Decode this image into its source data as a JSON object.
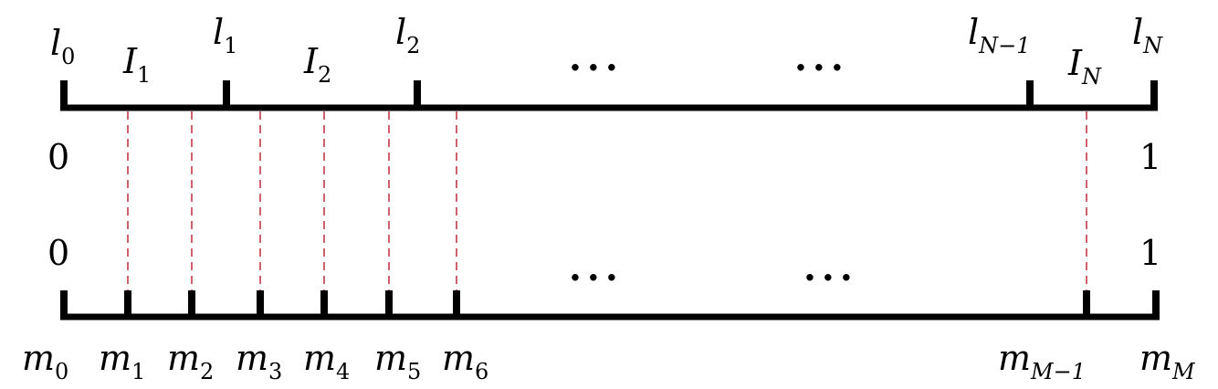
{
  "top_axis": {
    "start_value": "0",
    "end_value": "1",
    "boundaries": [
      {
        "base": "l",
        "sub": "0"
      },
      {
        "base": "l",
        "sub": "1"
      },
      {
        "base": "l",
        "sub": "2"
      },
      {
        "base": "l",
        "sub": "N−1"
      },
      {
        "base": "l",
        "sub": "N"
      }
    ],
    "intervals": [
      {
        "base": "I",
        "sub": "1"
      },
      {
        "base": "I",
        "sub": "2"
      },
      {
        "base": "I",
        "sub": "N"
      }
    ],
    "ellipses": [
      "···",
      "···"
    ]
  },
  "bottom_axis": {
    "start_value": "0",
    "end_value": "1",
    "points": [
      {
        "base": "m",
        "sub": "0"
      },
      {
        "base": "m",
        "sub": "1"
      },
      {
        "base": "m",
        "sub": "2"
      },
      {
        "base": "m",
        "sub": "3"
      },
      {
        "base": "m",
        "sub": "4"
      },
      {
        "base": "m",
        "sub": "5"
      },
      {
        "base": "m",
        "sub": "6"
      },
      {
        "base": "m",
        "sub": "M−1"
      },
      {
        "base": "m",
        "sub": "M"
      }
    ],
    "ellipses": [
      "···",
      "···"
    ]
  },
  "colors": {
    "axis": "#000000",
    "guide": "#c23a4a"
  }
}
